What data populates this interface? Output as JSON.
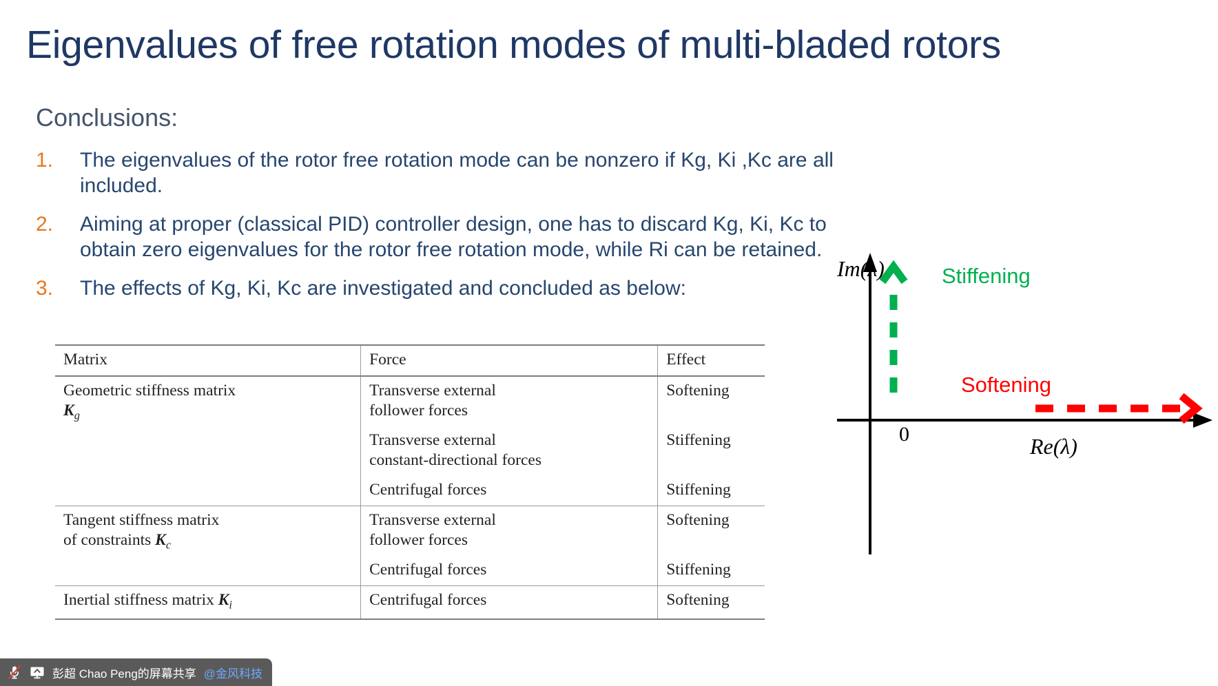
{
  "slide": {
    "title": "Eigenvalues of free rotation modes of multi-bladed rotors",
    "heading": "Conclusions:",
    "items": [
      {
        "number": "1.",
        "text": "The eigenvalues of the rotor free rotation mode can be nonzero if Kg, Ki ,Kc are all included."
      },
      {
        "number": "2.",
        "text": "Aiming at proper (classical PID) controller design, one has to discard Kg, Ki, Kc to obtain zero eigenvalues for the rotor free rotation mode, while Ri can be retained."
      },
      {
        "number": "3.",
        "text": "The effects of Kg, Ki, Kc are investigated and concluded as below:"
      }
    ]
  },
  "table": {
    "headers": [
      "Matrix",
      "Force",
      "Effect"
    ],
    "groups": [
      {
        "matrix_name": "Geometric stiffness matrix",
        "matrix_symbol": "K",
        "matrix_subscript": "g",
        "rows": [
          {
            "force": [
              "Transverse external",
              "follower forces"
            ],
            "effect": "Softening"
          },
          {
            "force": [
              "Transverse external",
              "constant-directional forces"
            ],
            "effect": "Stiffening"
          },
          {
            "force": [
              "Centrifugal forces"
            ],
            "effect": "Stiffening"
          }
        ]
      },
      {
        "matrix_name": "Tangent stiffness matrix",
        "matrix_name_2": "of constraints",
        "matrix_symbol": "K",
        "matrix_subscript": "c",
        "rows": [
          {
            "force": [
              "Transverse external",
              "follower forces"
            ],
            "effect": "Softening"
          },
          {
            "force": [
              "Centrifugal forces"
            ],
            "effect": "Stiffening"
          }
        ]
      },
      {
        "matrix_name": "Inertial stiffness matrix",
        "matrix_symbol": "K",
        "matrix_subscript": "i",
        "rows": [
          {
            "force": [
              "Centrifugal forces"
            ],
            "effect": "Softening"
          }
        ]
      }
    ]
  },
  "diagram": {
    "imaginary_axis_label": "Im(λ)",
    "real_axis_label": "Re(λ)",
    "origin_label": "0",
    "stiffening_label": "Stiffening",
    "softening_label": "Softening",
    "stiffening_color": "#00B04F",
    "softening_color": "#FF0000",
    "axis_color": "#000000"
  },
  "share_bar": {
    "text": "彭超 Chao Peng的屏幕共享",
    "org": "@金风科技",
    "background": "#5A5A5A",
    "org_color": "#6FA8FF"
  }
}
